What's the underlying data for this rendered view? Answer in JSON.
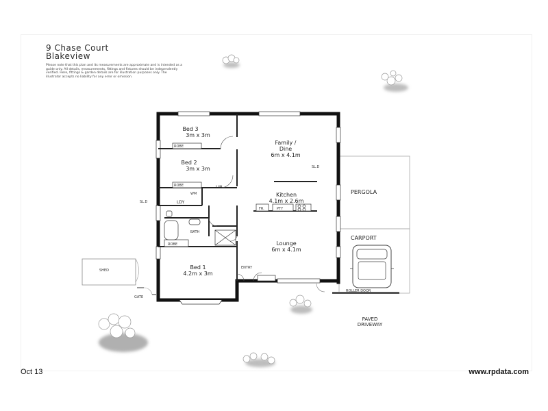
{
  "header": {
    "address_line1": "9 Chase Court",
    "address_line2": "Blakeview",
    "disclaimer": "Please note that this plan and its measurements are approximate and is intended as a guide only. All details, measurements, fittings and fixtures should be independently verified. Here, fittings & garden details are for illustration purposes only. The illustrator accepts no liability for any error or omission."
  },
  "rooms": {
    "bed3": {
      "name": "Bed 3",
      "size": "3m x 3m"
    },
    "bed2": {
      "name": "Bed 2",
      "size": "3m x 3m"
    },
    "family": {
      "name": "Family /",
      "name2": "Dine",
      "size": "6m x 4.1m"
    },
    "kitchen": {
      "name": "Kitchen",
      "size": "4.1m x 2.6m"
    },
    "lounge": {
      "name": "Lounge",
      "size": "6m x 4.1m"
    },
    "bed1": {
      "name": "Bed 1",
      "size": "4.2m x 3m"
    },
    "pergola": "PERGOLA",
    "carport": "CARPORT",
    "shed": "SHED",
    "paved": "PAVED",
    "driveway": "DRIVEWAY"
  },
  "small_labels": {
    "robe_bed3": "ROBE",
    "robe_bed2": "ROBE",
    "wm": "WM",
    "lin": "LIN",
    "ldy": "LDY",
    "bath": "BATH",
    "robe_bed1": "ROBE",
    "sld_left": "SL.D",
    "sld_right": "SL.D",
    "fr": "FR.",
    "pty": "PTY",
    "entry": "ENTRY",
    "gate": "GATE",
    "roller_door": "ROLLER DOOR"
  },
  "footer": {
    "date": "Oct 13",
    "website": "www.rpdata.com"
  }
}
